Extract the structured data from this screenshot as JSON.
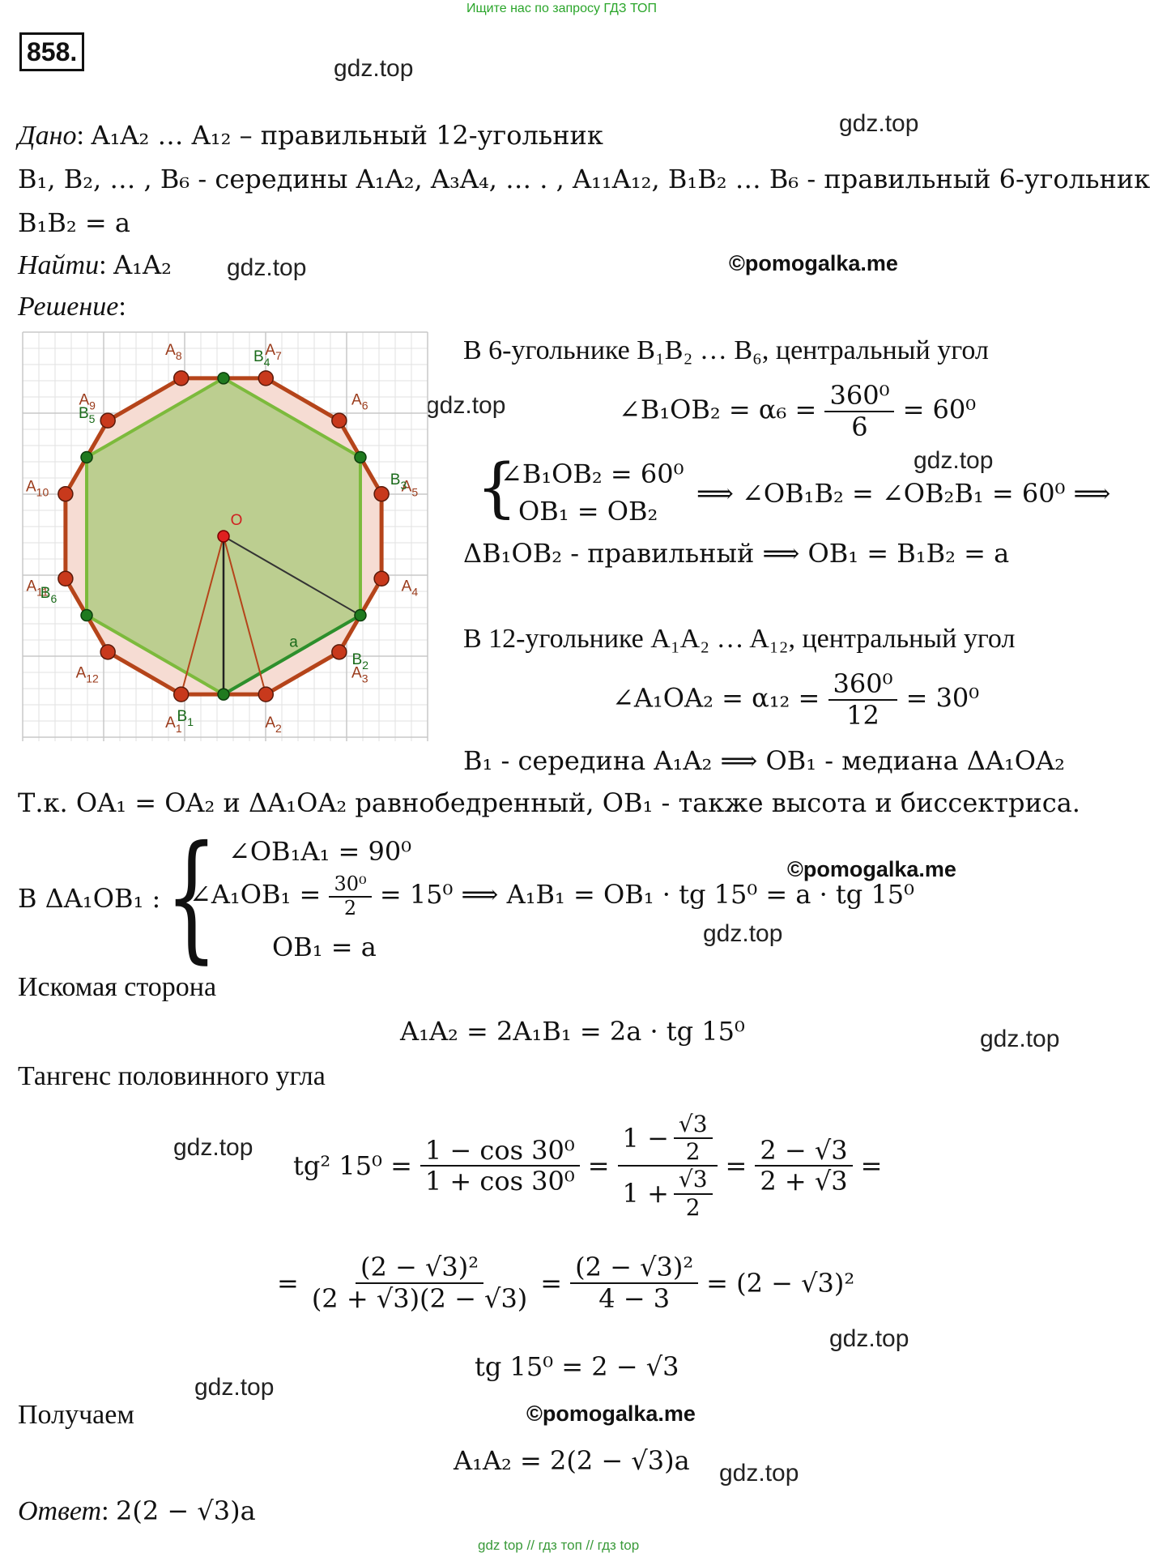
{
  "top_banner": "Ищите нас по запросу ГДЗ ТОП",
  "problem_number": "858.",
  "watermarks": {
    "gdz": "gdz.top",
    "pomogalka": "©pomogalka.me"
  },
  "given": {
    "label": "Дано",
    "line1": "A₁A₂ … A₁₂ – правильный 12-угольник",
    "line2": "B₁, B₂, … , B₆ - середины A₁A₂, A₃A₄, … . , A₁₁A₁₂, B₁B₂ … B₆ - правильный 6-угольник",
    "line3": "B₁B₂ = a",
    "find_label": "Найти",
    "find_value": "A₁A₂",
    "solution_label": "Решение"
  },
  "figure": {
    "labels_A": [
      "A1",
      "A2",
      "A3",
      "A4",
      "A5",
      "A6",
      "A7",
      "A8",
      "A9",
      "A10",
      "A11",
      "A12"
    ],
    "labels_B": [
      "B1",
      "B2",
      "B3",
      "B4",
      "B5",
      "B6"
    ],
    "center_label": "O",
    "side_label": "a",
    "colors": {
      "dodecagon": "#b5441a",
      "hexagon": "#7cba3c",
      "hex_fill": "#a8c979",
      "dodec_fill": "#f6dcd3",
      "center": "#e02020",
      "grid": "#e2e2e2",
      "b_point": "#1f7a1f"
    }
  },
  "steps": {
    "s1": "В 6-угольнике B₁B₂ … B₆, центральный угол",
    "s2_lhs": "∠B₁OB₂ = α₆ =",
    "s2_num": "360⁰",
    "s2_den": "6",
    "s2_rhs": "= 60⁰",
    "s3_line1": "∠B₁OB₂ = 60⁰",
    "s3_line2": "OB₁ = OB₂",
    "s3_rhs": "⟹ ∠OB₁B₂ = ∠OB₂B₁ = 60⁰ ⟹",
    "s4": "ΔB₁OB₂  - правильный ⟹ OB₁ = B₁B₂ = a",
    "s5": "В 12-угольнике A₁A₂ … A₁₂, центральный угол",
    "s6_lhs": "∠A₁OA₂ = α₁₂ =",
    "s6_num": "360⁰",
    "s6_den": "12",
    "s6_rhs": "= 30⁰",
    "s7": "B₁ - середина A₁A₂ ⟹ OB₁ - медиана ΔA₁OA₂",
    "s8": "Т.к. OA₁ = OA₂ и ΔA₁OA₂ равнобедренный, OB₁ - также высота и биссектриса.",
    "s9_prefix": "В ΔA₁OB₁ :",
    "s9_l1": "∠OB₁A₁ = 90⁰",
    "s9_l2_lhs": "∠A₁OB₁ =",
    "s9_l2_num": "30⁰",
    "s9_l2_den": "2",
    "s9_l2_rhs": "= 15⁰ ⟹ A₁B₁ = OB₁ · tg 15⁰ = a · tg 15⁰",
    "s9_l3": "OB₁ = a",
    "s10": "Искомая сторона",
    "s11": "A₁A₂ = 2A₁B₁ = 2a · tg 15⁰",
    "s12": "Тангенс половинного угла",
    "s13_lhs": "tg² 15⁰ =",
    "s13_f1_num": "1 − cos 30⁰",
    "s13_f1_den": "1 + cos 30⁰",
    "s13_f2_num_a": "1 −",
    "s13_f2_num_b": "√3",
    "s13_f2_den_a": "1 +",
    "s13_f2_den_b": "√3",
    "s13_f2_small_den": "2",
    "s13_f3_num": "2 − √3",
    "s13_f3_den": "2 + √3",
    "s13_end": "=",
    "s14_f1_num": "(2 − √3)²",
    "s14_f1_den": "(2 + √3)(2 − √3)",
    "s14_f2_num": "(2 − √3)²",
    "s14_f2_den": "4 − 3",
    "s14_rhs": "= (2 − √3)²",
    "s15": "tg 15⁰ = 2 − √3",
    "s16": "Получаем",
    "s17": "A₁A₂ = 2(2 − √3)a",
    "answer_label": "Ответ",
    "answer_value": "2(2 − √3)a"
  },
  "footer": "gdz top  //  гдз топ  //  гдз top"
}
